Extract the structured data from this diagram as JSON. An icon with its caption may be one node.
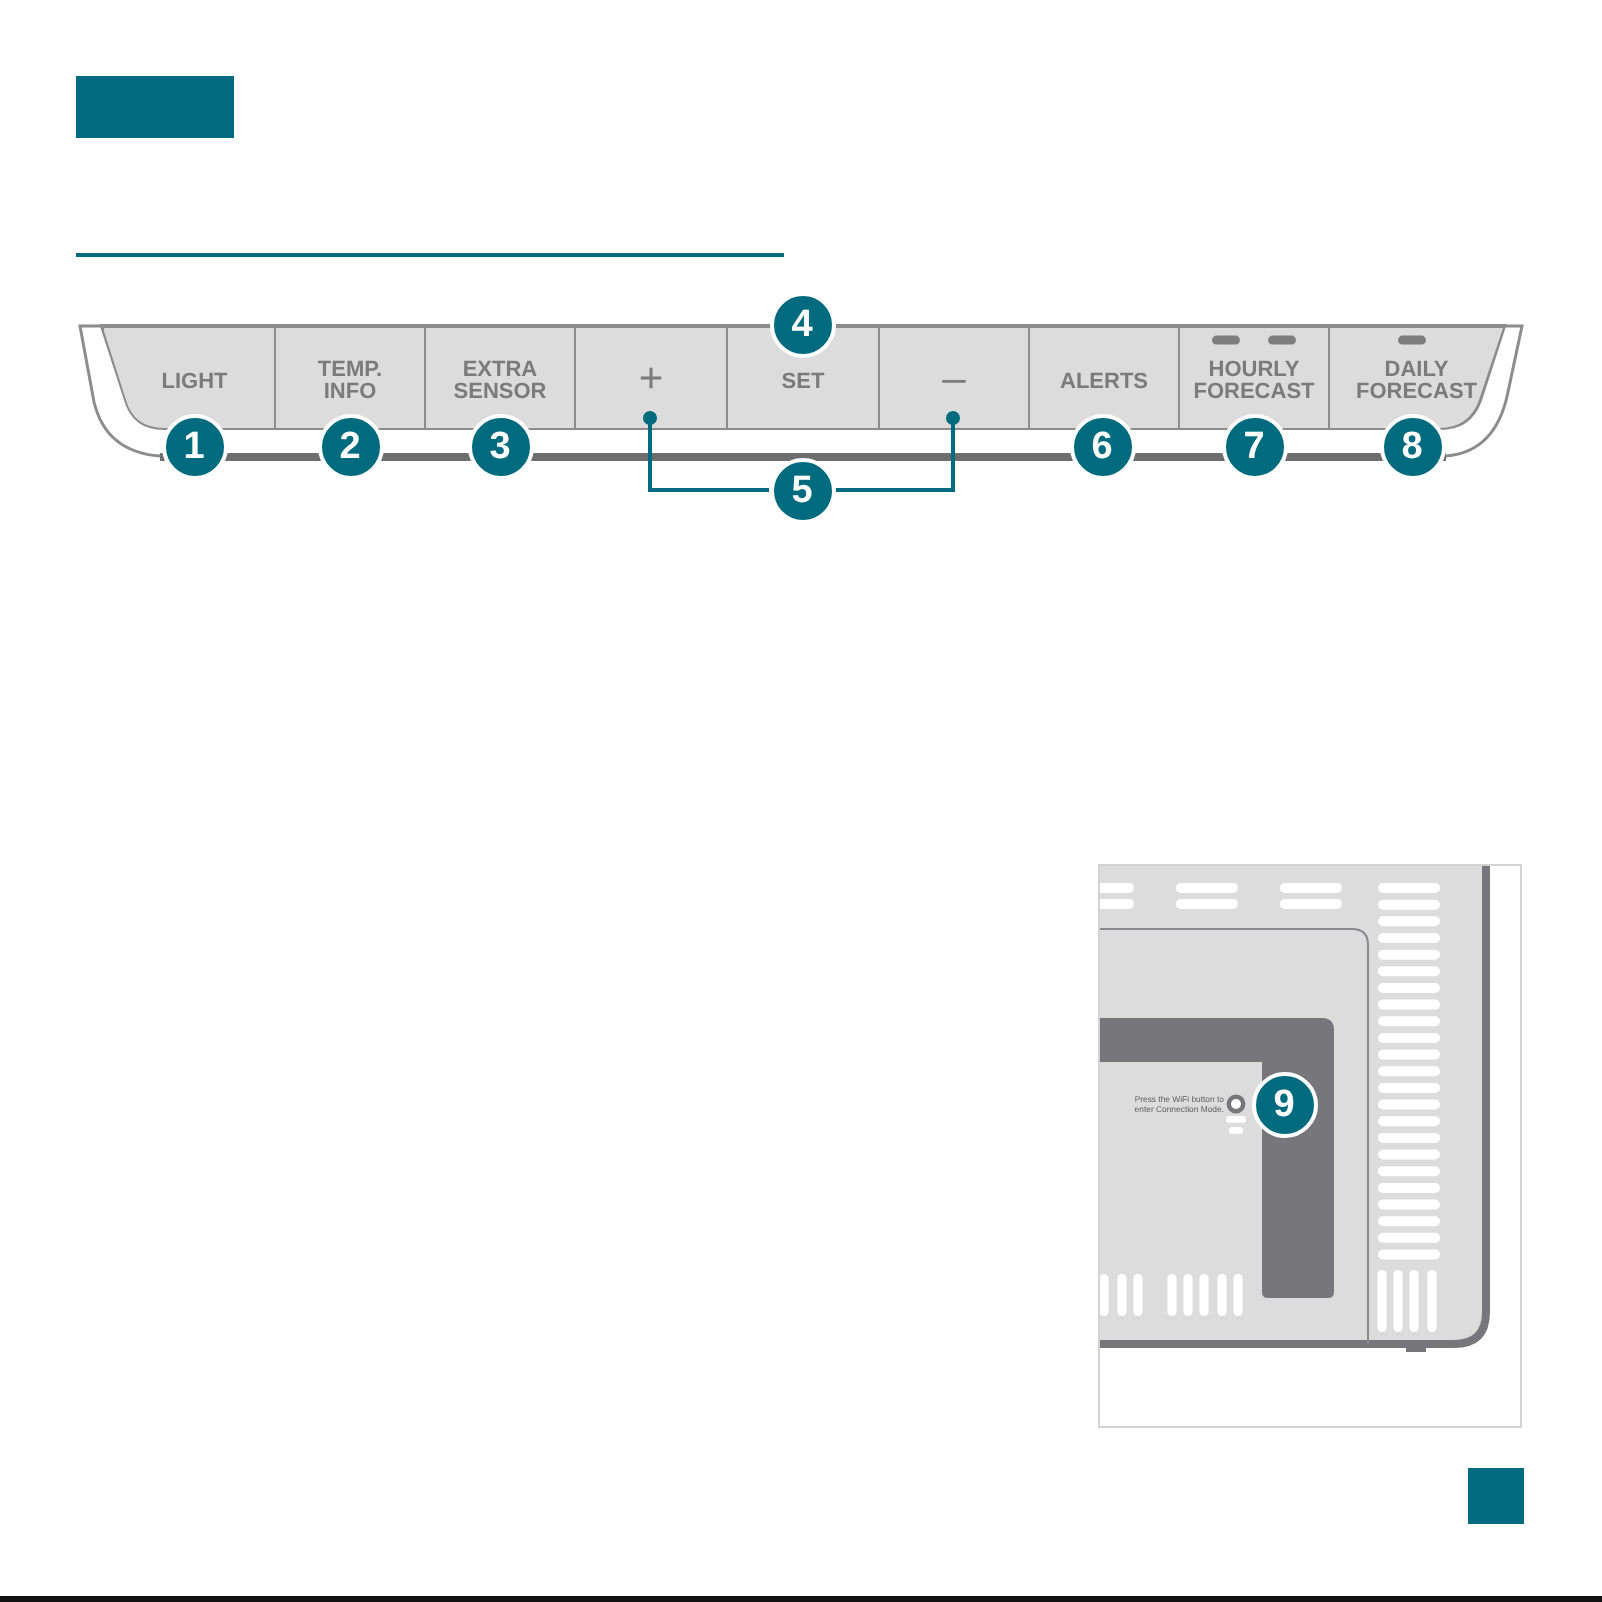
{
  "diagram": {
    "nodes": [
      {
        "text": [],
        "shape": "box"
      },
      {
        "text": [
          "LIGHT"
        ]
      },
      {
        "text": [
          "TEMP. INFO"
        ]
      },
      {
        "text": [
          "EXTRA SENSOR"
        ]
      },
      {
        "text": [
          "+"
        ]
      },
      {
        "text": [
          "SET"
        ]
      },
      {
        "text": [
          "–"
        ]
      },
      {
        "text": [
          "ALERTS"
        ]
      },
      {
        "text": [
          "HOURLY FORECAST"
        ]
      },
      {
        "text": [
          "DAILY FORECAST"
        ]
      },
      {
        "text": [
          "1"
        ]
      },
      {
        "text": [
          "2"
        ]
      },
      {
        "text": [
          "3"
        ]
      },
      {
        "text": [
          "4"
        ]
      },
      {
        "text": [
          "5"
        ]
      },
      {
        "text": [
          "6"
        ]
      },
      {
        "text": [
          "7"
        ]
      },
      {
        "text": [
          "8"
        ]
      },
      {
        "text": [
          "9"
        ]
      },
      {
        "text": [],
        "shape": "box"
      }
    ],
    "edges": [
      {
        "from": 14,
        "to": 4,
        "arrow": "other"
      },
      {
        "from": 14,
        "to": 6,
        "arrow": "other"
      }
    ],
    "labels": [
      "Press the WiFi button to enter Connection Mode."
    ]
  }
}
